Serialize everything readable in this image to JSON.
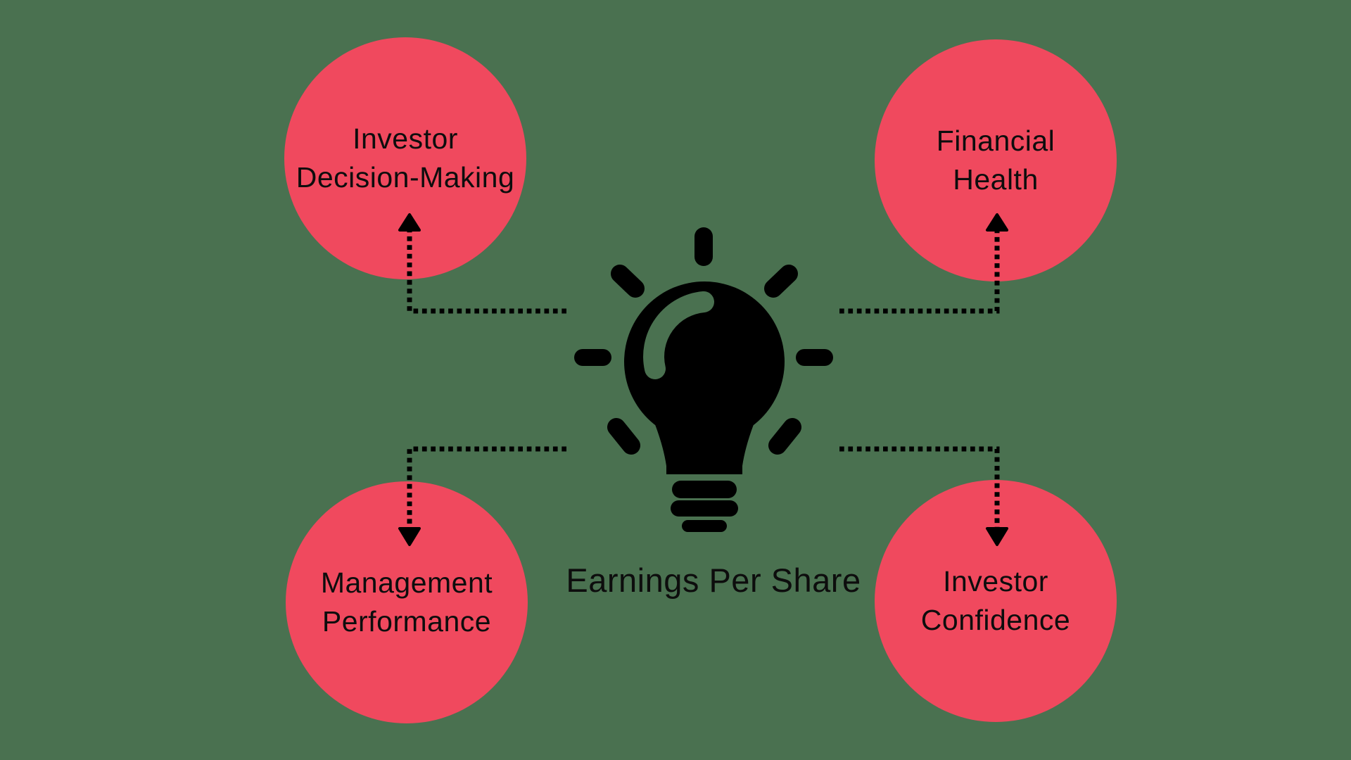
{
  "diagram": {
    "title": "Earnings Per Share",
    "center_icon": "lightbulb-icon",
    "nodes": [
      {
        "id": "investor-decision-making",
        "line1": "Investor",
        "line2": "Decision-Making",
        "position": "top-left"
      },
      {
        "id": "financial-health",
        "line1": "Financial",
        "line2": "Health",
        "position": "top-right"
      },
      {
        "id": "management-performance",
        "line1": "Management",
        "line2": "Performance",
        "position": "bottom-left"
      },
      {
        "id": "investor-confidence",
        "line1": "Investor",
        "line2": "Confidence",
        "position": "bottom-right"
      }
    ]
  },
  "colors": {
    "background": "#4A7150",
    "node_fill": "#F0495E",
    "text": "#0D0D0D",
    "connector": "#000000",
    "icon": "#000000"
  }
}
